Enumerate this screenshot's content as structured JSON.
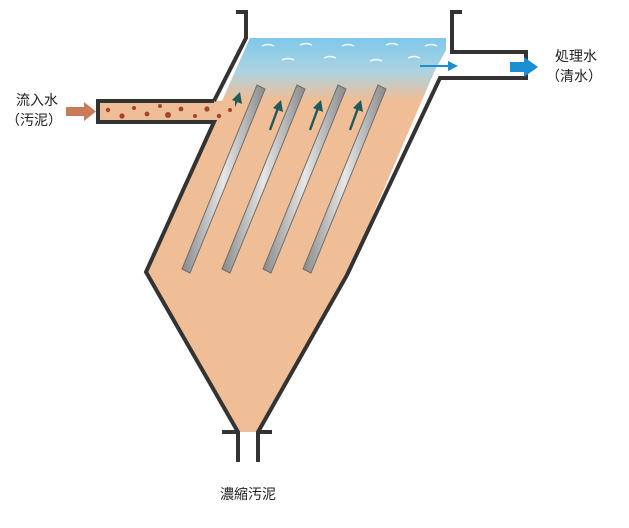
{
  "labels": {
    "inflow": "流入水",
    "inflow_sub": "（汚泥）",
    "outflow": "処理水",
    "outflow_sub": "（清水）",
    "sludge": "濃縮汚泥"
  },
  "colors": {
    "sludge_fill": "#efbe96",
    "water_top": "#7ec8ec",
    "inlet_arrow": "#c97b59",
    "outlet_arrow": "#1a8fd4",
    "flow_arrow": "#1f5a5d",
    "particle": "#a4442f",
    "wall": "#333333"
  },
  "icons": [
    "inlet-arrow-icon",
    "outlet-arrow-icon",
    "flow-arrow-icon"
  ]
}
